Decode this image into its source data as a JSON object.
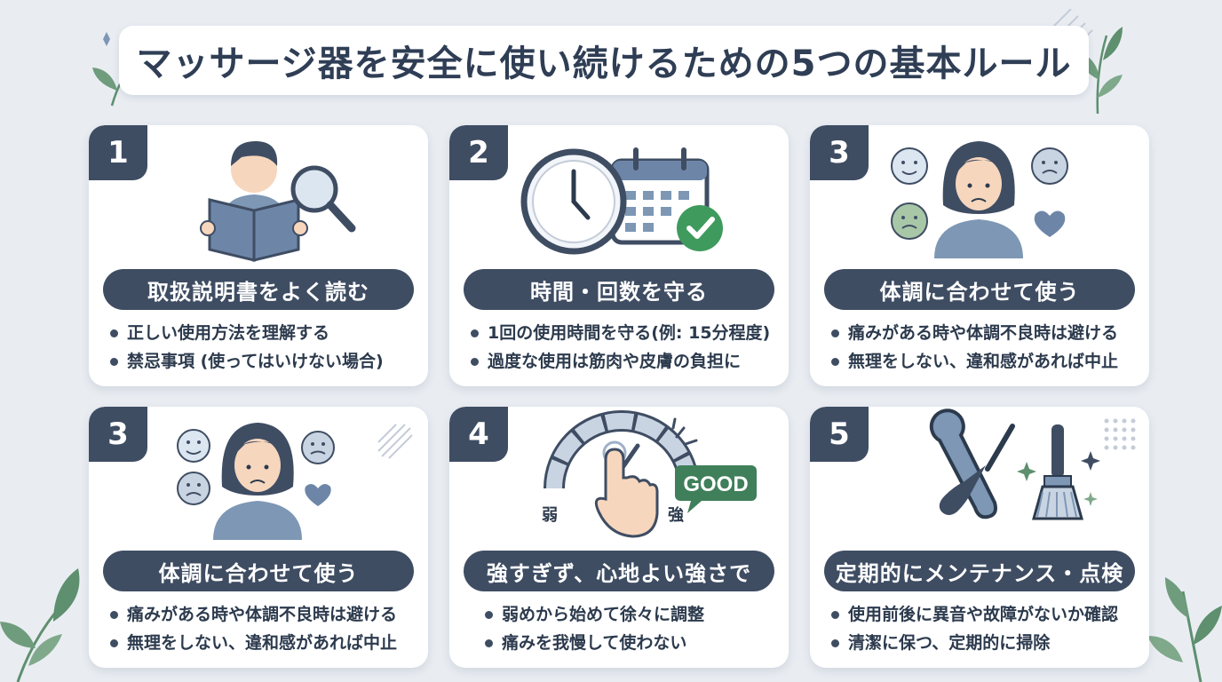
{
  "title": "マッサージ器を安全に使い続けるための5つの基本ルール",
  "colors": {
    "background": "#e9edf2",
    "card": "#ffffff",
    "accent": "#3f4d63",
    "leaf": "#5e8f6e",
    "good": "#3f7f5a"
  },
  "cards": [
    {
      "number": "1",
      "heading": "取扱説明書をよく読む",
      "icon": "reading-manual-magnifier-icon",
      "bullets": [
        "正しい使用方法を理解する",
        "禁忌事項 (使ってはいけない場合)"
      ]
    },
    {
      "number": "2",
      "heading": "時間・回数を守る",
      "icon": "clock-calendar-check-icon",
      "bullets": [
        "1回の使用時間を守る(例: 15分程度)",
        "過度な使用は筋肉や皮膚の負担に"
      ]
    },
    {
      "number": "3",
      "heading": "体調に合わせて使う",
      "icon": "mood-faces-person-icon",
      "bullets": [
        "痛みがある時や体調不良時は避ける",
        "無理をしない、違和感があれば中止"
      ]
    },
    {
      "number": "3",
      "heading": "体調に合わせて使う",
      "icon": "mood-faces-person-icon",
      "bullets": [
        "痛みがある時や体調不良時は避ける",
        "無理をしない、違和感があれば中止"
      ]
    },
    {
      "number": "4",
      "heading": "強すぎず、心地よい強さで",
      "icon": "intensity-gauge-hand-icon",
      "gauge": {
        "weak": "弱",
        "strong": "強",
        "badge": "GOOD"
      },
      "bullets": [
        "弱めから始めて徐々に調整",
        "痛みを我慢して使わない"
      ]
    },
    {
      "number": "5",
      "heading": "定期的にメンテナンス・点検",
      "icon": "wrench-screwdriver-brush-icon",
      "bullets": [
        "使用前後に異音や故障がないか確認",
        "清潔に保つ、定期的に掃除"
      ]
    }
  ]
}
